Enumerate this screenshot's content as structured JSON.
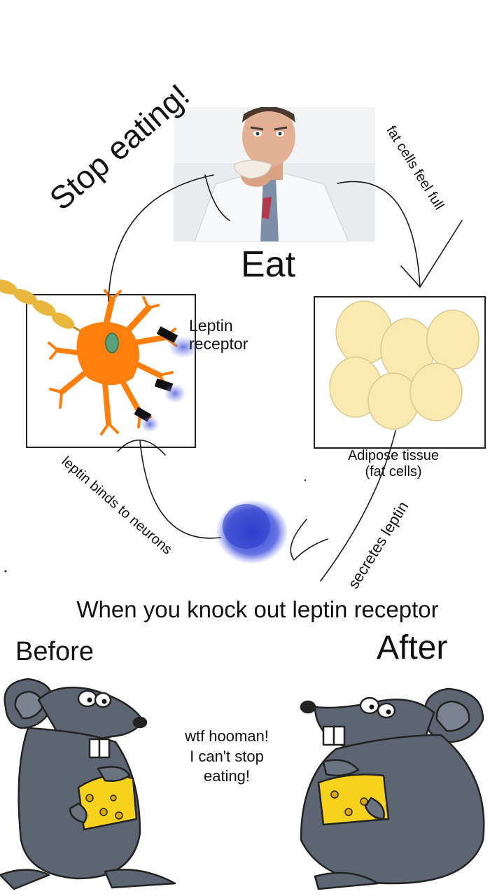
{
  "diagram": {
    "center_label": "Eat",
    "stop_label": "Stop eating!",
    "fat_full_label": "fat cells feel full",
    "receptor_label_line1": "Leptin",
    "receptor_label_line2": "receptor",
    "adipose_label_line1": "Adipose tissue",
    "adipose_label_line2": "(fat cells)",
    "secretes_label": "secretes leptin",
    "binds_label": "leptin binds to neurons"
  },
  "comparison": {
    "heading": "When you knock out leptin receptor",
    "before_label": "Before",
    "after_label": "After",
    "speech_line1": "wtf hooman!",
    "speech_line2": "I can't stop",
    "speech_line3": "eating!"
  },
  "colors": {
    "neuron": "#ff7f0e",
    "axon": "#e9b73d",
    "nucleus": "#5aa07a",
    "fat_cell": "#faeab1",
    "leptin": "#3344d8",
    "mouse": "#5d6572",
    "cheese": "#f7d21c"
  }
}
